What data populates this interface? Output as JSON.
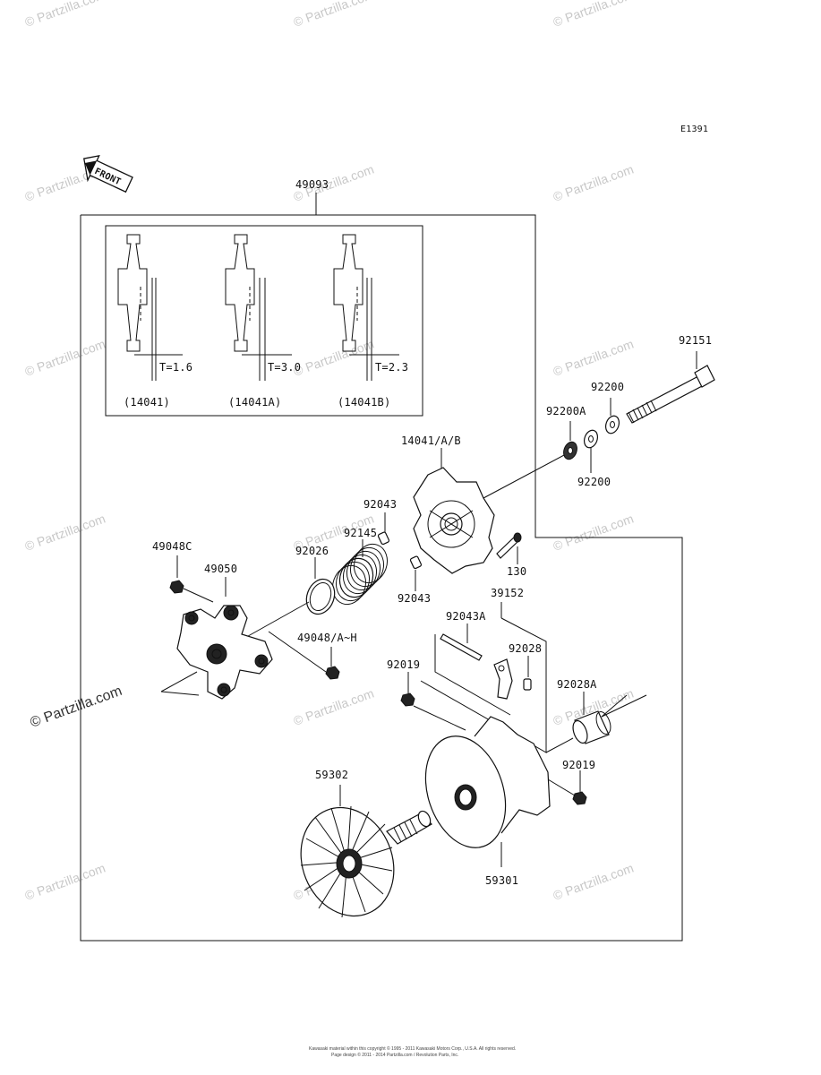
{
  "diagram_code": "E1391",
  "front_arrow_text": "FRONT",
  "inset": {
    "shims": [
      {
        "thickness": "T=1.6",
        "part": "(14041)"
      },
      {
        "thickness": "T=3.0",
        "part": "(14041A)"
      },
      {
        "thickness": "T=2.3",
        "part": "(14041B)"
      }
    ]
  },
  "callouts": {
    "assembly": "49093",
    "bolt": "92151",
    "washer_a": "92200A",
    "washer_top": "92200",
    "washer_bottom": "92200",
    "cover": "14041/A/B",
    "pin_top": "92043",
    "pin_bottom": "92043",
    "spring": "92145",
    "seal_ring": "92026",
    "nut_c": "49048C",
    "spider": "49050",
    "nut_ah": "49048/A~H",
    "screw": "130",
    "weight_set": "39152",
    "pin_long": "92043A",
    "pin_short": "92028",
    "nut_left": "92019",
    "nut_right": "92019",
    "bushing": "92028A",
    "fixed_sheave": "59302",
    "movable_sheave": "59301"
  },
  "watermark": {
    "text": "© Partzilla.com",
    "main_text": "© Partzilla.com"
  },
  "footer": {
    "line1": "Kawasaki material within this copyright © 1995 - 2011 Kawasaki Motors Corp., U.S.A. All rights reserved.",
    "line2": "Page design © 2011 - 2014 Partzilla.com / Revolution Parts, Inc."
  }
}
